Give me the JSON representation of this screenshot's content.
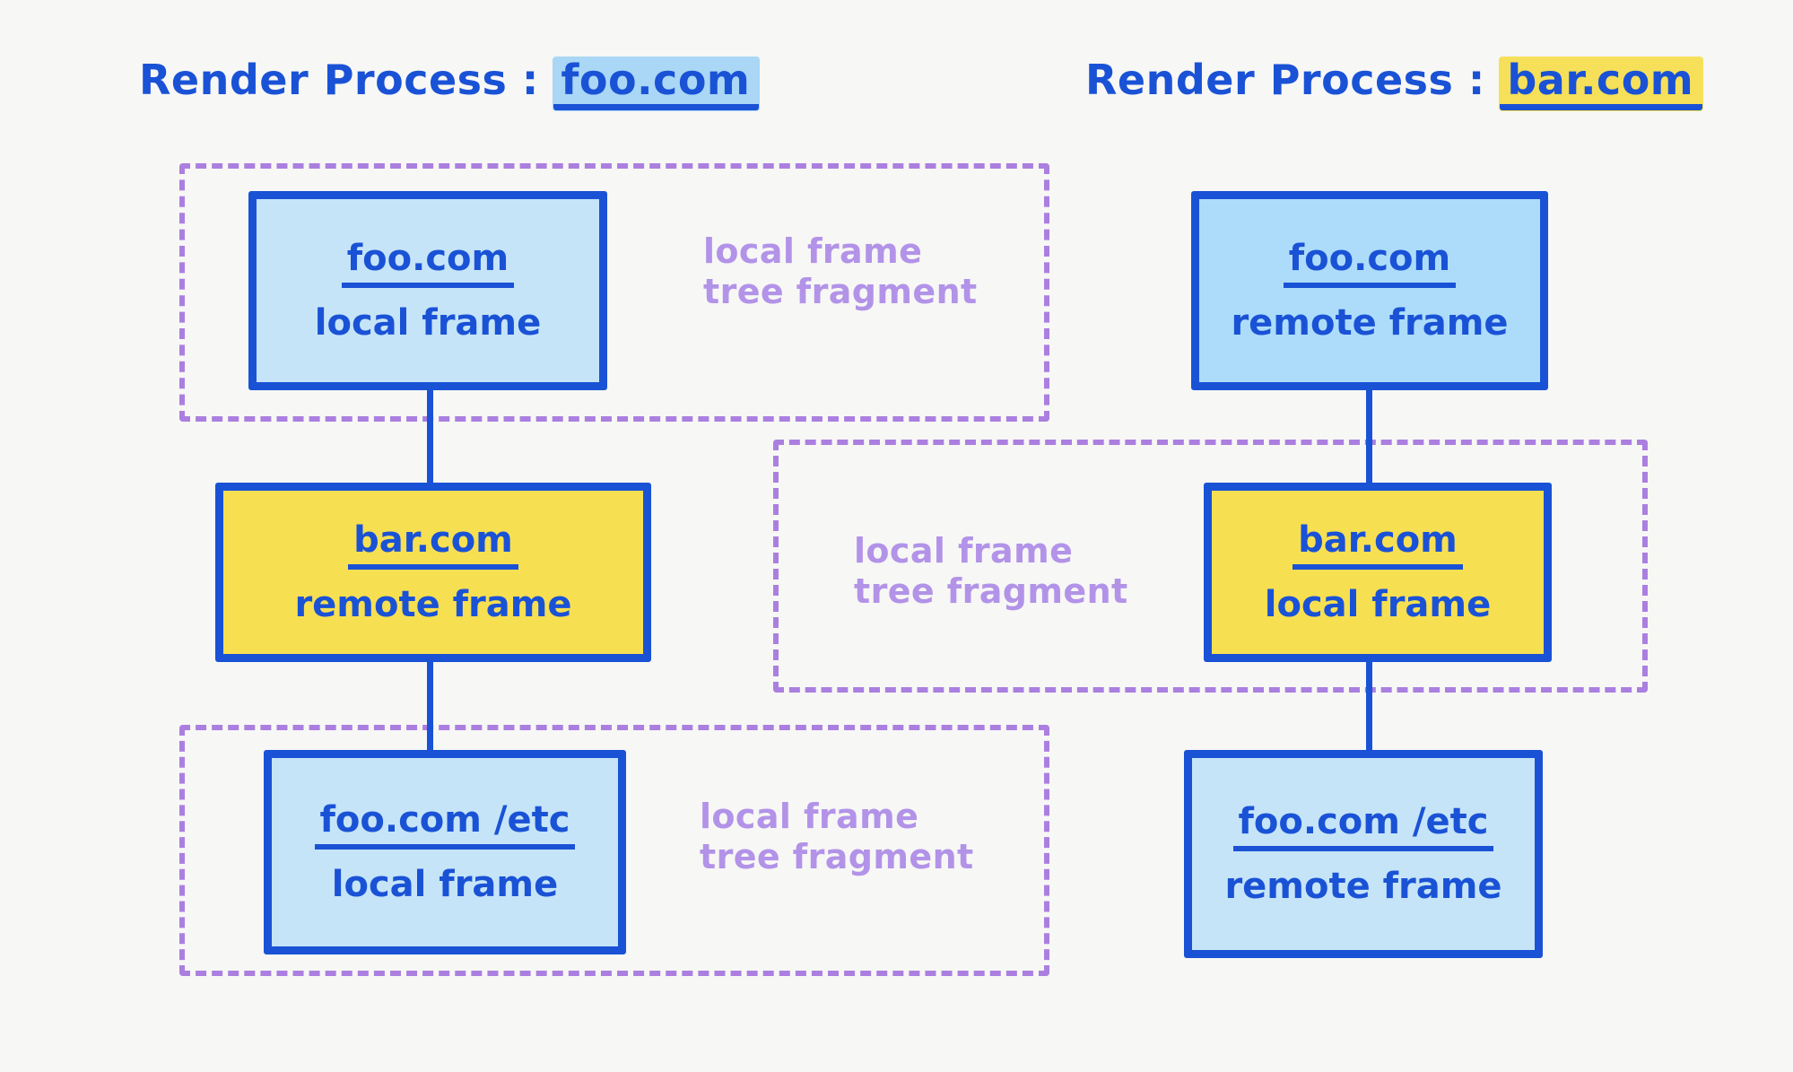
{
  "background_color": "#f7f7f5",
  "accent_blue": "#1a52d6",
  "accent_yellow": "#f7df52",
  "accent_purple": "#b293e8",
  "processes": [
    {
      "id": "left",
      "title_label": "Render Process : ",
      "host": "foo.com",
      "highlight_color": "#a9d7f5"
    },
    {
      "id": "right",
      "title_label": "Render Process : ",
      "host": "bar.com",
      "highlight_color": "#f6e05a"
    }
  ],
  "left_column": {
    "nodes": [
      {
        "host": "foo.com",
        "kind": "local frame",
        "fill": "blue"
      },
      {
        "host": "bar.com",
        "kind": "remote frame",
        "fill": "yellow"
      },
      {
        "host": "foo.com /etc",
        "kind": "local frame",
        "fill": "blue"
      }
    ],
    "captions": [
      "local frame\ntree fragment",
      "local frame\ntree fragment"
    ]
  },
  "right_column": {
    "nodes": [
      {
        "host": "foo.com",
        "kind": "remote frame",
        "fill": "blue2"
      },
      {
        "host": "bar.com",
        "kind": "local frame",
        "fill": "yellow"
      },
      {
        "host": "foo.com /etc",
        "kind": "remote frame",
        "fill": "blue"
      }
    ],
    "captions": [
      "local frame\ntree fragment"
    ]
  }
}
